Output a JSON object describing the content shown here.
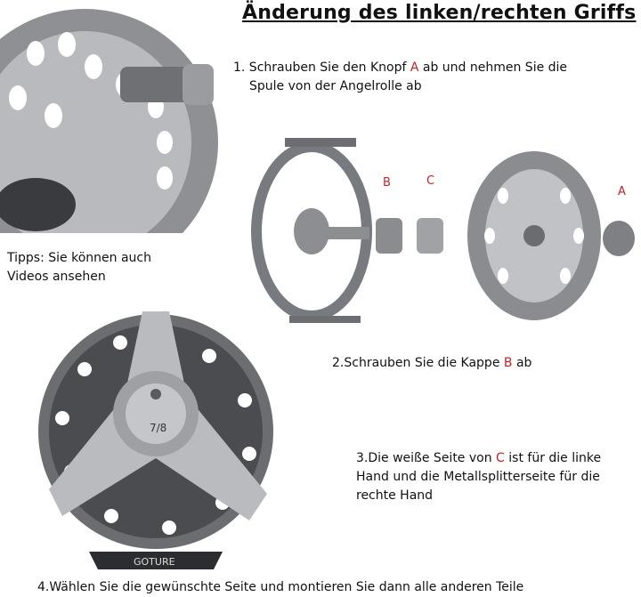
{
  "title": "Änderung des linken/rechten Griffs",
  "step1": {
    "pre": "1. Schrauben Sie den Knopf ",
    "mark": "A",
    "post": " ab und nehmen Sie die",
    "line2": "Spule von der Angelrolle ab"
  },
  "step2": {
    "pre": "2.Schrauben Sie die Kappe ",
    "mark": "B",
    "post": " ab"
  },
  "step3": {
    "pre": "3.Die weiße Seite von ",
    "mark": "C",
    "post": " ist für die linke",
    "line2": "Hand und die Metallsplitterseite für die",
    "line3": "rechte Hand"
  },
  "step4": "4.Wählen Sie die gewünschte Seite und montieren Sie dann alle anderen Teile",
  "tips": {
    "line1": "Tipps: Sie können auch",
    "line2": "Videos ansehen"
  },
  "labels": {
    "a": "A",
    "b": "B",
    "c": "C"
  },
  "reel": {
    "size_mark": "7/8",
    "brand": "GOTURE"
  },
  "colors": {
    "accent": "#c8202a",
    "metal": "#7a7c80"
  }
}
